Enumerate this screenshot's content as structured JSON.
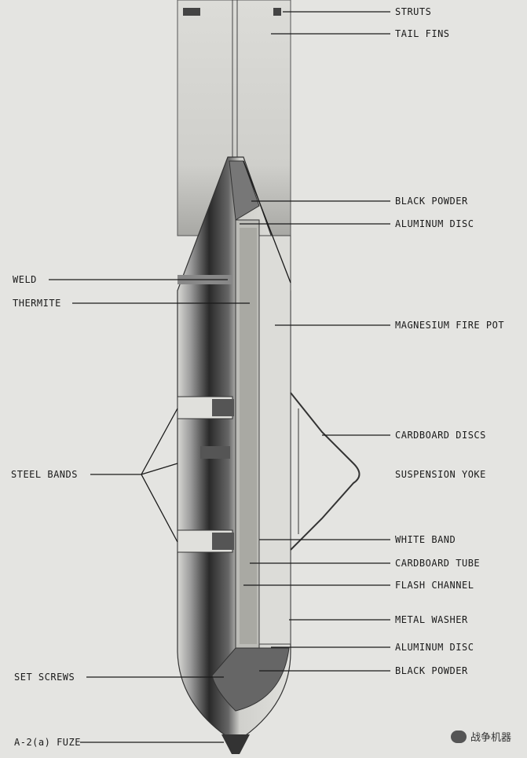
{
  "labels": {
    "struts": "STRUTS",
    "tail_fins": "TAIL FINS",
    "black_powder_top": "BLACK POWDER",
    "aluminum_disc_top": "ALUMINUM DISC",
    "weld": "WELD",
    "thermite": "THERMITE",
    "magnesium_fire_pot": "MAGNESIUM FIRE POT",
    "cardboard_discs": "CARDBOARD DISCS",
    "steel_bands": "STEEL BANDS",
    "suspension_yoke": "SUSPENSION YOKE",
    "white_band": "WHITE BAND",
    "cardboard_tube": "CARDBOARD TUBE",
    "flash_channel": "FLASH CHANNEL",
    "metal_washer": "METAL WASHER",
    "aluminum_disc_bottom": "ALUMINUM DISC",
    "black_powder_bottom": "BLACK POWDER",
    "set_screws": "SET SCREWS",
    "fuze": "A-2(a) FUZE"
  },
  "watermark": "战争机器"
}
